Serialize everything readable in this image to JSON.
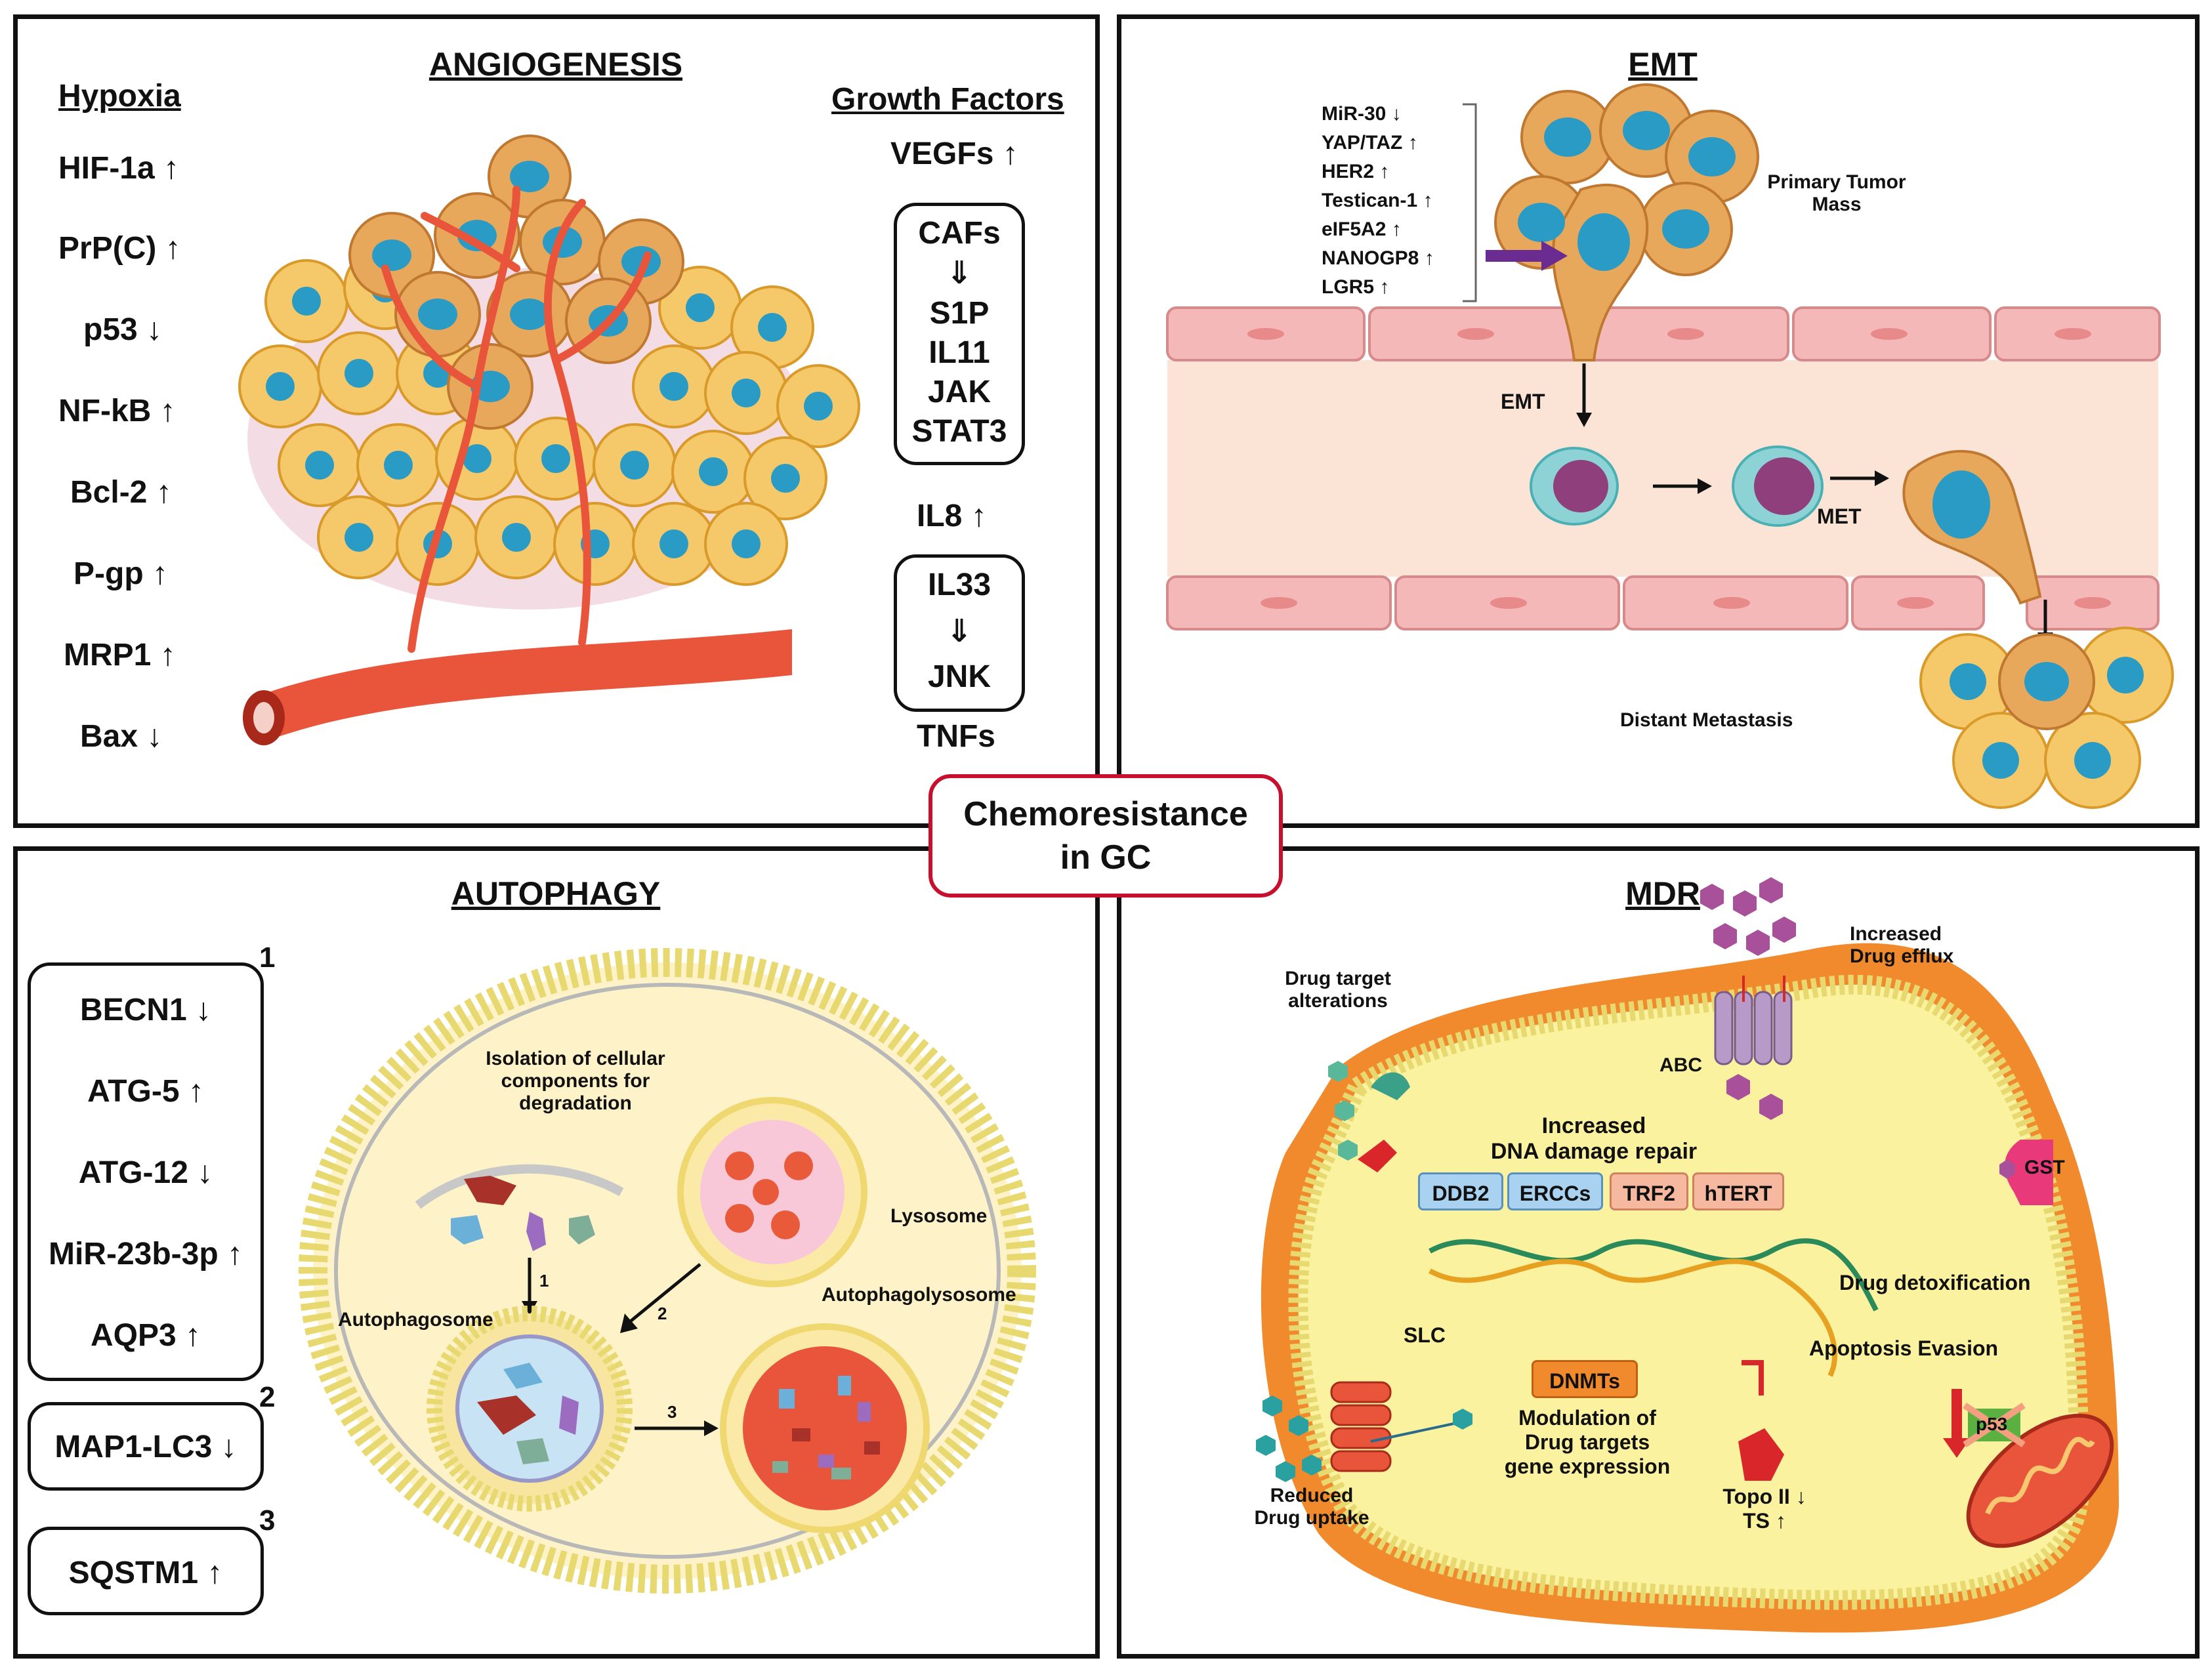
{
  "center": {
    "line1": "Chemoresistance",
    "line2": "in GC"
  },
  "angiogenesis": {
    "title": "ANGIOGENESIS",
    "hypoxia_header": "Hypoxia",
    "hypoxia_items": [
      "HIF-1a ↑",
      "PrP(C) ↑",
      "p53 ↓",
      "NF-kB ↑",
      "Bcl-2 ↑",
      "P-gp ↑",
      "MRP1 ↑",
      "Bax ↓"
    ],
    "gf_header": "Growth Factors",
    "vegfs": "VEGFs ↑",
    "cafs_box": [
      "CAFs",
      "⇓",
      "S1P",
      "IL11",
      "JAK",
      "STAT3"
    ],
    "il8": "IL8 ↑",
    "il33_box": [
      "IL33",
      "⇓",
      "JNK"
    ],
    "tnfs": "TNFs"
  },
  "emt": {
    "title": "EMT",
    "markers": [
      "MiR-30 ↓",
      "YAP/TAZ ↑",
      "HER2 ↑",
      "Testican-1 ↑",
      "eIF5A2 ↑",
      "NANOGP8 ↑",
      "LGR5 ↑"
    ],
    "primary_tumor": [
      "Primary Tumor",
      "Mass"
    ],
    "emt_label": "EMT",
    "met_label": "MET",
    "distant": "Distant Metastasis"
  },
  "autophagy": {
    "title": "AUTOPHAGY",
    "box1_items": [
      "BECN1 ↓",
      "ATG-5 ↑",
      "ATG-12 ↓",
      "MiR-23b-3p ↑",
      "AQP3 ↑"
    ],
    "box1_num": "1",
    "box2_item": "MAP1-LC3 ↓",
    "box2_num": "2",
    "box3_item": "SQSTM1 ↑",
    "box3_num": "3",
    "isolation": [
      "Isolation of cellular",
      "components for",
      "degradation"
    ],
    "lysosome": "Lysosome",
    "autophagosome": "Autophagosome",
    "autophagolysosome": "Autophagolysosome",
    "step1": "1",
    "step2": "2",
    "step3": "3"
  },
  "mdr": {
    "title": "MDR",
    "efflux": [
      "Increased",
      "Drug efflux"
    ],
    "target_alt": [
      "Drug target",
      "alterations"
    ],
    "abc": "ABC",
    "dna_repair": [
      "Increased",
      "DNA damage repair"
    ],
    "chips": [
      "DDB2",
      "ERCCs",
      "TRF2",
      "hTERT"
    ],
    "gst": "GST",
    "detox": "Drug detoxification",
    "slc": "SLC",
    "apoptosis": "Apoptosis Evasion",
    "dnmts": "DNMTs",
    "modulation": [
      "Modulation of",
      "Drug targets",
      "gene expression"
    ],
    "p53": "p53",
    "reduced": [
      "Reduced",
      "Drug uptake"
    ],
    "topo": [
      "Topo II ↓",
      "TS ↑"
    ]
  },
  "colors": {
    "cell_yellow": "#f5c869",
    "nucleus_blue": "#2a9bc4",
    "tumor_orange": "#e8a85c",
    "vessel_red": "#e8553a",
    "vessel_wall_pink": "#f4b8b8",
    "lumen_peach": "#fbe3d6",
    "membrane_orange": "#f08a2c",
    "cytoplasm_yellow": "#fbf2a0",
    "chip_blue": "#a9d1f0",
    "chip_salmon": "#f6b9a0",
    "dnmt_orange": "#f08a2c",
    "center_red": "#c8102e"
  }
}
